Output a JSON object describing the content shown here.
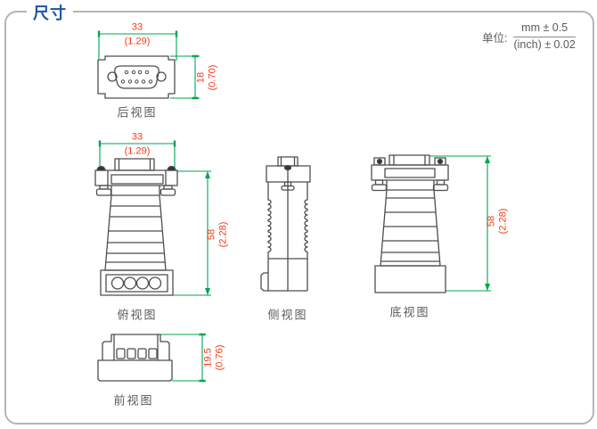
{
  "page": {
    "title": "尺寸"
  },
  "unit": {
    "label": "单位:",
    "mm_tolerance": "mm ± 0.5",
    "inch_tolerance": "(inch) ± 0.02"
  },
  "views": {
    "rear": {
      "label": "后视图",
      "width_mm": "33",
      "width_inch": "(1.29)",
      "height_mm": "18",
      "height_inch": "(0.70)"
    },
    "top": {
      "label": "俯视图",
      "width_mm": "33",
      "width_inch": "(1.29)",
      "height_mm": "58",
      "height_inch": "(2.28)"
    },
    "side": {
      "label": "侧视图"
    },
    "bottom": {
      "label": "底视图",
      "height_mm": "58",
      "height_inch": "(2.28)"
    },
    "front": {
      "label": "前视图",
      "height_mm": "19.5",
      "height_inch": "(0.76)"
    }
  },
  "colors": {
    "title_blue": "#1b53a6",
    "dimension_text_red": "#f43a16",
    "dimension_line_green": "#00a551",
    "drawing_outline_gray": "#4d4d4d",
    "panel_border_gray": "#b5b5b5"
  }
}
